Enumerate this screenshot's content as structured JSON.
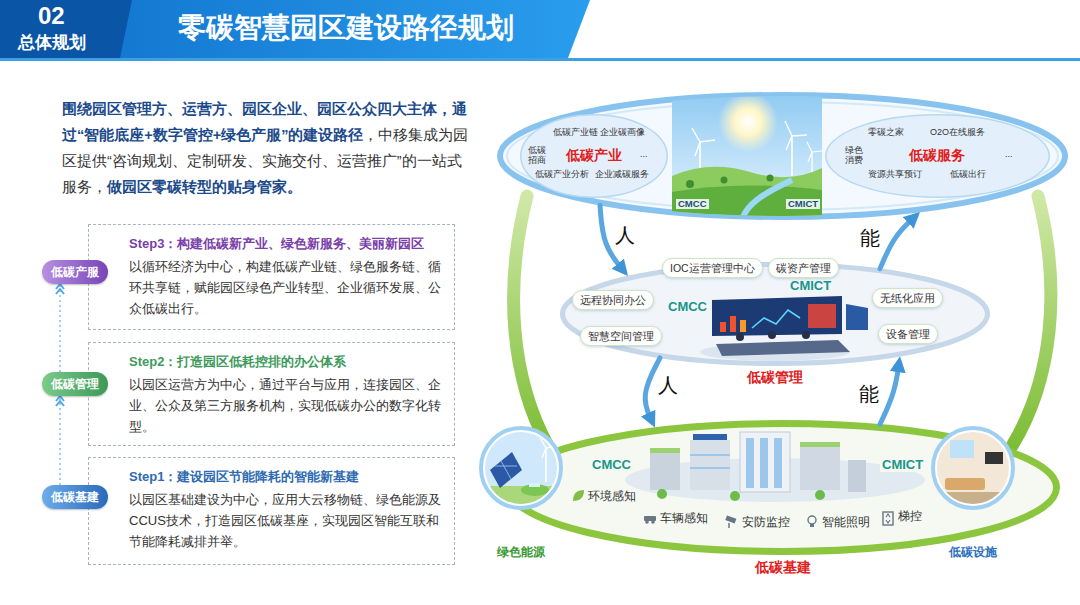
{
  "diagram": {
    "title": "零碳智慧园区建设路径规划",
    "nodes": [
      {
        "text": [
          "低碳产服"
        ]
      },
      {
        "text": [
          "Step3：构建低碳新产业、绿色新服务、美丽新园区",
          "以循环经济为中心，构建低碳产业链、绿色服务链、循环共享链，赋能园区绿色产业转型、企业循环发展、公众低碳出行。"
        ]
      },
      {
        "text": [
          "低碳管理"
        ]
      },
      {
        "text": [
          "Step2：打造园区低耗控排的办公体系",
          "以园区运营方为中心，通过平台与应用，连接园区、企业、公众及第三方服务机构，实现低碳办公的数字化转型。"
        ]
      },
      {
        "text": [
          "低碳基建"
        ]
      },
      {
        "text": [
          "Step1：建设园区节能降耗的智能新基建",
          "以园区基础建设为中心，应用大云移物链、绿色能源及CCUS技术，打造园区低碳基座，实现园区智能互联和节能降耗减排并举。"
        ]
      },
      {
        "text": [
          "CMCC",
          "CMICT"
        ]
      },
      {
        "text": [
          "低碳产业",
          "低碳产业链",
          "企业碳画像",
          "低碳招商",
          "...",
          "低碳产业分析",
          "企业减碳服务"
        ],
        "in": 6
      },
      {
        "text": [
          "低碳服务",
          "零碳之家",
          "O2O在线服务",
          "绿色消费",
          "...",
          "资源共享预订",
          "低碳出行"
        ],
        "in": 6
      },
      {
        "text": [
          "CMCC",
          "CMICT",
          "低碳管理"
        ]
      },
      {
        "text": [
          "远程协同办公"
        ],
        "in": 9
      },
      {
        "text": [
          "IOC运营管理中心"
        ],
        "in": 9
      },
      {
        "text": [
          "碳资产管理"
        ],
        "in": 9
      },
      {
        "text": [
          "无纸化应用"
        ],
        "in": 9
      },
      {
        "text": [
          "智慧空间管理"
        ],
        "in": 9
      },
      {
        "text": [
          "设备管理"
        ],
        "in": 9
      },
      {
        "text": [
          "CMCC",
          "CMICT",
          "环境感知",
          "车辆感知",
          "安防监控",
          "智能照明",
          "梯控",
          "低碳基建"
        ]
      },
      {
        "text": [
          "绿色能源"
        ]
      },
      {
        "text": [
          "低碳设施"
        ]
      }
    ],
    "edges": [
      {
        "from": 4,
        "to": 2,
        "arrow": "to"
      },
      {
        "from": 2,
        "to": 0,
        "arrow": "to"
      },
      {
        "from": 6,
        "to": 9,
        "label": "人",
        "arrow": "to"
      },
      {
        "from": 9,
        "to": 16,
        "label": "人",
        "arrow": "to"
      },
      {
        "from": 16,
        "to": 9,
        "label": "能",
        "arrow": "to"
      },
      {
        "from": 9,
        "to": 6,
        "label": "能",
        "arrow": "to"
      }
    ],
    "labels": [
      "02",
      "总体规划",
      "围绕园区管理方、运营方、园区企业、园区公众四大主体，通过“智能底座+数字管控+绿色产服”的建设路径",
      "，中移集成为园区提供“咨询规划、定制研发、实施交付、运营推广”的一站式服务，",
      "做园区零碳转型的贴身管家。"
    ]
  }
}
